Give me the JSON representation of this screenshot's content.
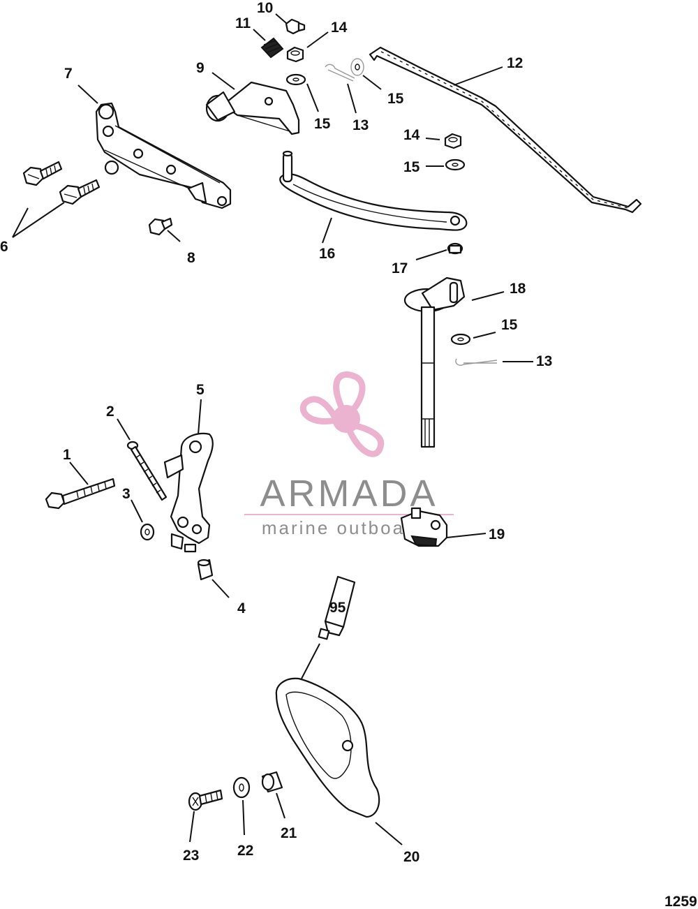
{
  "figure_id": "1259",
  "callouts": {
    "c1": "1",
    "c2": "2",
    "c3": "3",
    "c4": "4",
    "c5": "5",
    "c6": "6",
    "c7": "7",
    "c8": "8",
    "c9": "9",
    "c10": "10",
    "c11": "11",
    "c12": "12",
    "c13a": "13",
    "c13b": "13",
    "c14a": "14",
    "c14b": "14",
    "c15a": "15",
    "c15b": "15",
    "c15c": "15",
    "c15d": "15",
    "c16": "16",
    "c17": "17",
    "c18": "18",
    "c19": "19",
    "c20": "20",
    "c21": "21",
    "c22": "22",
    "c23": "23"
  },
  "sealant_label": "95",
  "watermark": {
    "brand": "ARMADA",
    "tagline": "marine outboards",
    "brand_color": "#7a7a7a",
    "logo_color": "#e8a6c8"
  }
}
